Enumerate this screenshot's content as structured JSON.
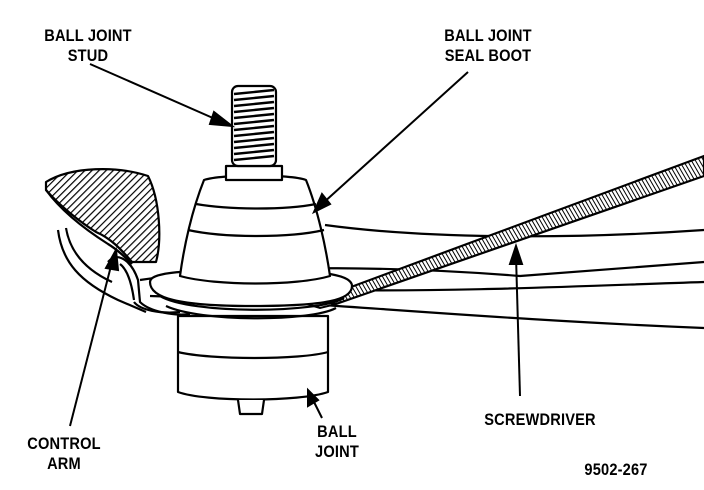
{
  "labels": {
    "ball_joint_stud": [
      "BALL JOINT",
      "STUD"
    ],
    "ball_joint_seal_boot": [
      "BALL JOINT",
      "SEAL BOOT"
    ],
    "control_arm": [
      "CONTROL",
      "ARM"
    ],
    "ball_joint": [
      "BALL",
      "JOINT"
    ],
    "screwdriver": "SCREWDRIVER",
    "figure_number": "9502-267"
  },
  "colors": {
    "ink": "#000000",
    "paper": "#ffffff"
  }
}
